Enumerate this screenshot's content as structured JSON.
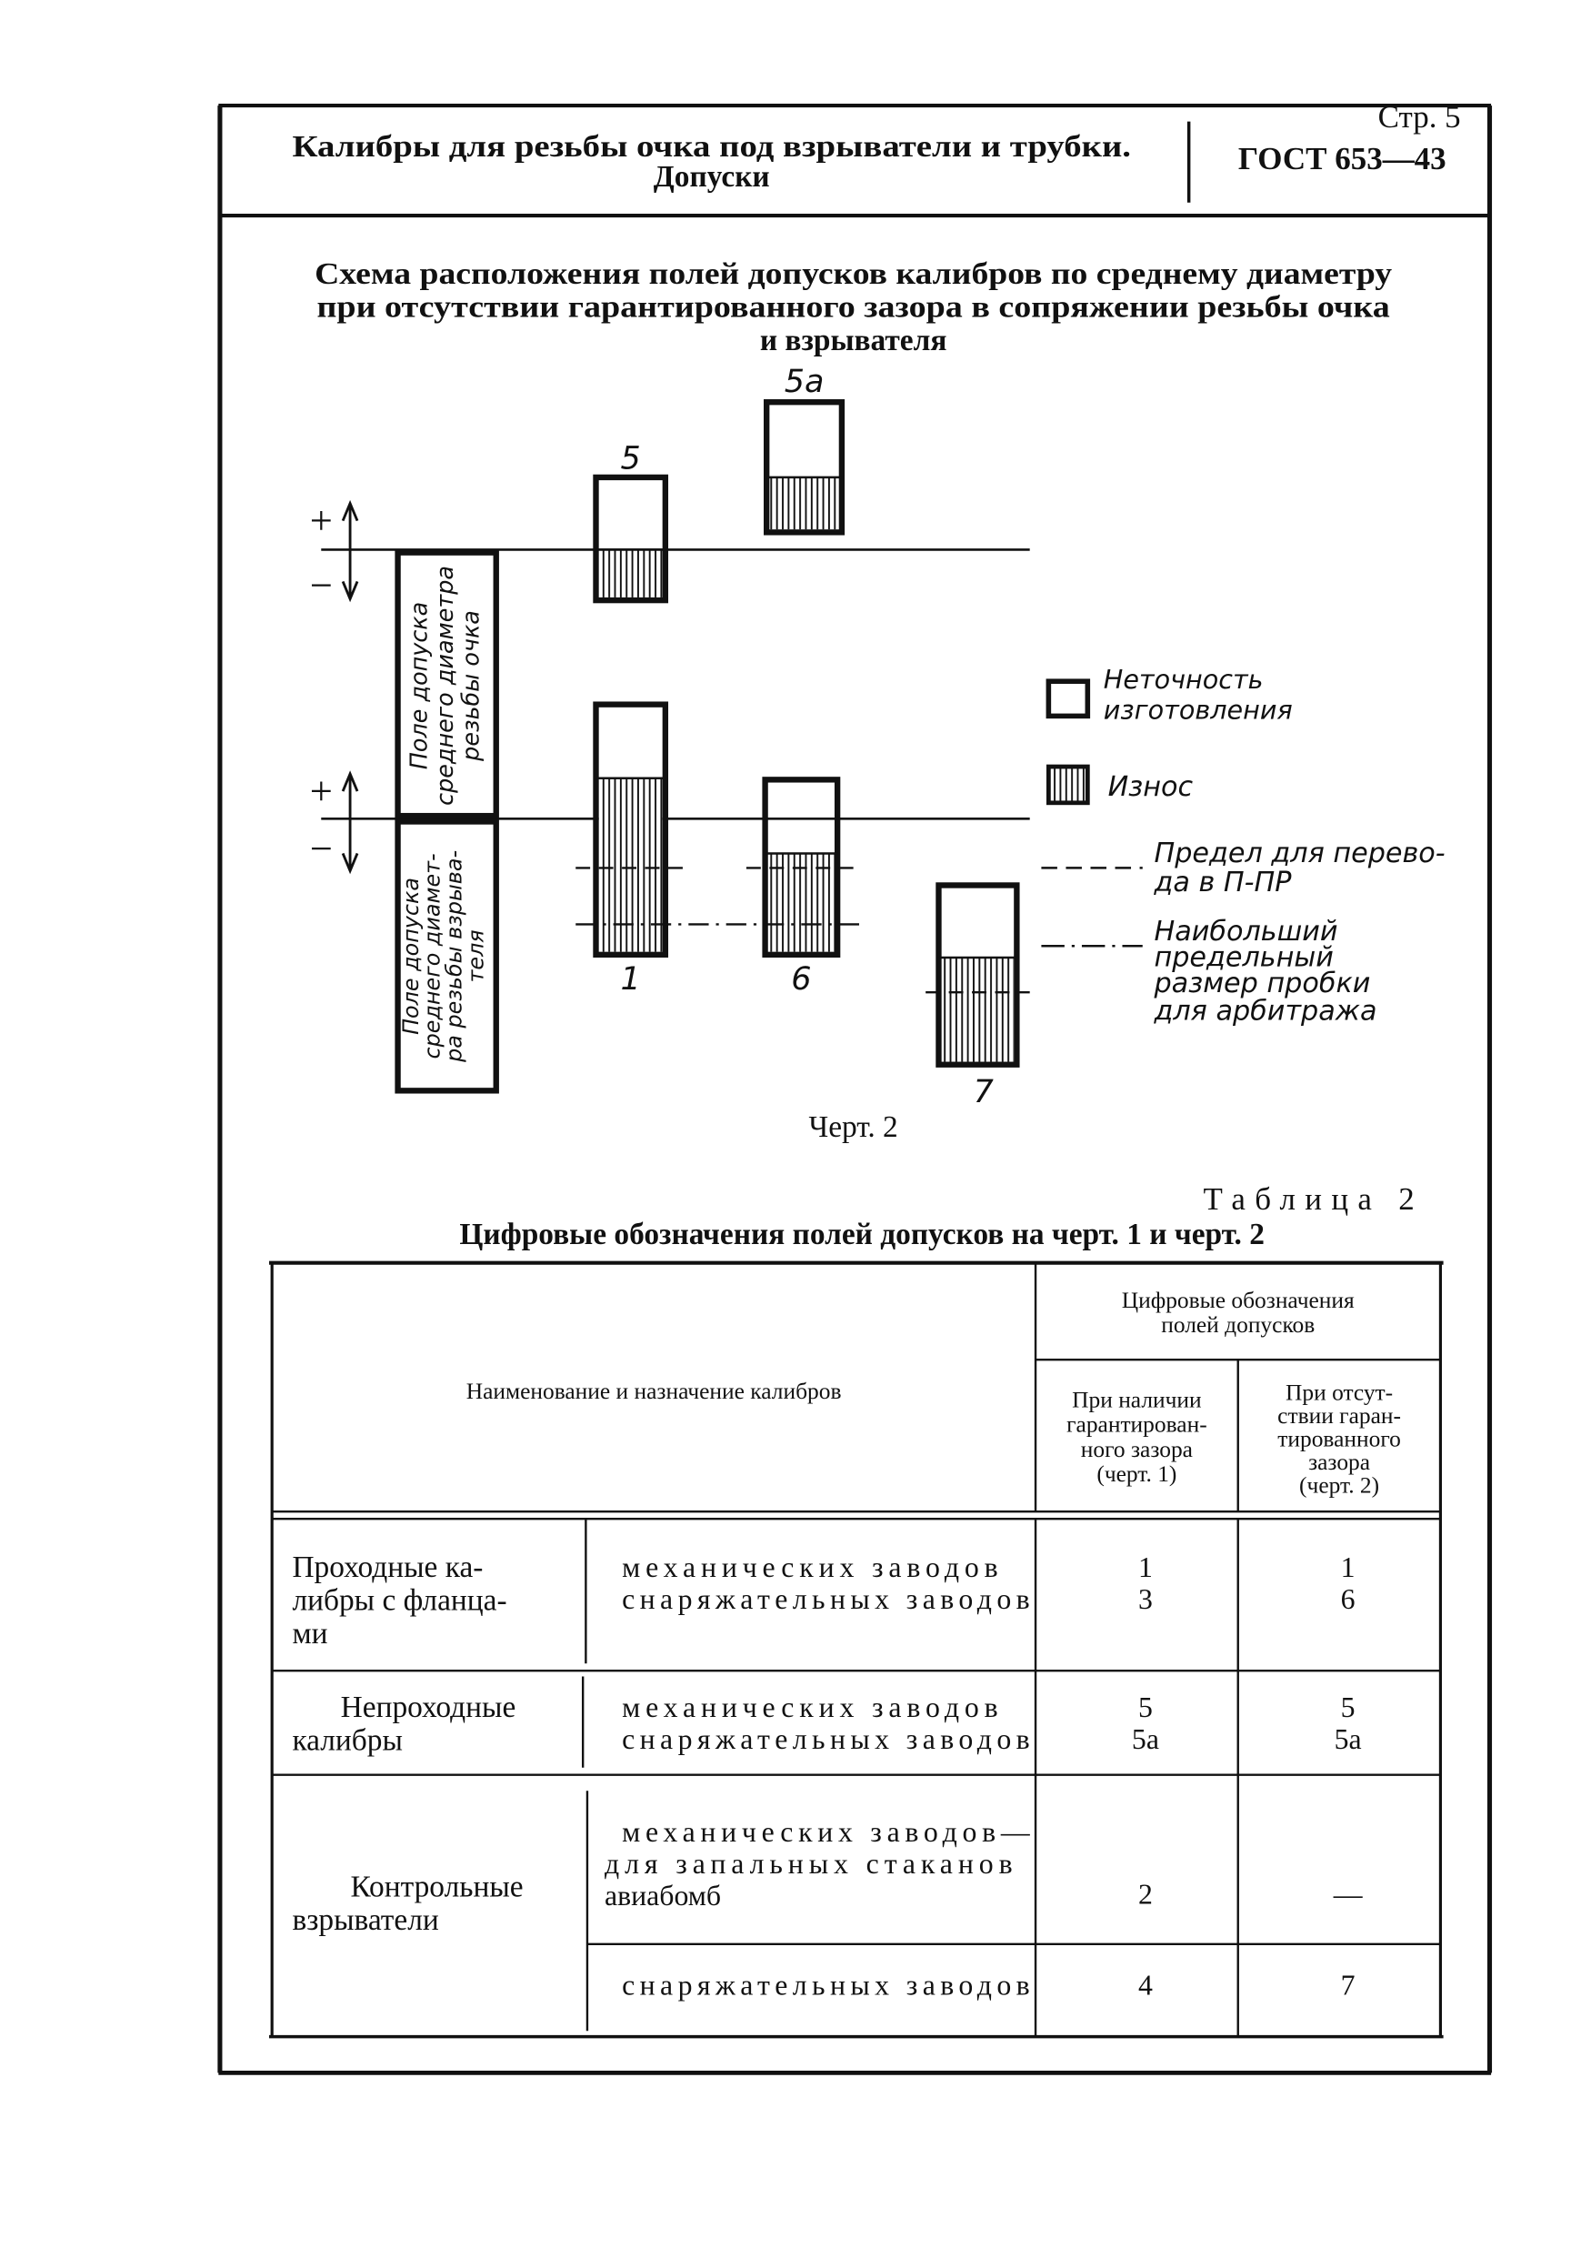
{
  "page": {
    "number": "Стр. 5"
  },
  "header": {
    "title_lines": [
      "Калибры для резьбы очка под взрыватели и трубки.",
      "Допуски"
    ],
    "standard": "ГОСТ 653—43"
  },
  "diagram": {
    "title_lines": [
      "Схема расположения полей допусков калибров по среднему диаметру",
      "при отсутствии гарантированного зазора в сопряжении резьбы очка",
      "и взрывателя"
    ],
    "upper_field_lines": [
      "Поле допуска",
      "среднего диаметра",
      "резьбы очка"
    ],
    "lower_field_lines": [
      "Поле допуска",
      "среднего диамет-",
      "ра резьбы взрыва-",
      "теля"
    ],
    "plus": "+",
    "minus": "−",
    "labels": {
      "g5": "5",
      "g5a": "5а",
      "g1": "1",
      "g6": "6",
      "g7": "7"
    },
    "legend": {
      "manufacturing": [
        "Неточность",
        "изготовления"
      ],
      "wear": [
        "Износ"
      ],
      "transfer": [
        "Предел для перево-",
        "да в П-ПР"
      ],
      "arbitration": [
        "Наибольший",
        "предельный",
        "размер пробки",
        "для арбитража"
      ]
    },
    "caption": "Черт. 2"
  },
  "table": {
    "label": "Таблица 2",
    "caption": "Цифровые обозначения полей допусков на черт. 1 и черт. 2",
    "headers": {
      "name": "Наименование и назначение калибров",
      "codes_lines": [
        "Цифровые обозначения",
        "полей допусков"
      ],
      "with_gap_lines": [
        "При наличии",
        "гарантирован-",
        "ного зазора",
        "(черт. 1)"
      ],
      "without_gap_lines": [
        "При отсут-",
        "ствии гаран-",
        "тированного",
        "зазора",
        "(черт. 2)"
      ]
    },
    "rows": [
      {
        "group_lines": [
          "Проходные ка-",
          "либры с фланца-",
          "ми"
        ],
        "factories": [
          "механических заводов",
          "снаряжательных заводов"
        ],
        "with_gap": [
          "1",
          "3"
        ],
        "without_gap": [
          "1",
          "6"
        ]
      },
      {
        "group_lines": [
          "Непроходные",
          "калибры"
        ],
        "factories": [
          "механических заводов",
          "снаряжательных заводов"
        ],
        "with_gap": [
          "5",
          "5а"
        ],
        "without_gap": [
          "5",
          "5а"
        ]
      },
      {
        "group_lines": [
          "Контрольные",
          "взрыватели"
        ],
        "factory_a_lines": [
          "механических заводов—",
          "для запальных стаканов",
          "авиабомб"
        ],
        "factory_b": "снаряжательных заводов",
        "with_gap": [
          "2",
          "4"
        ],
        "without_gap": [
          "—",
          "7"
        ]
      }
    ]
  }
}
